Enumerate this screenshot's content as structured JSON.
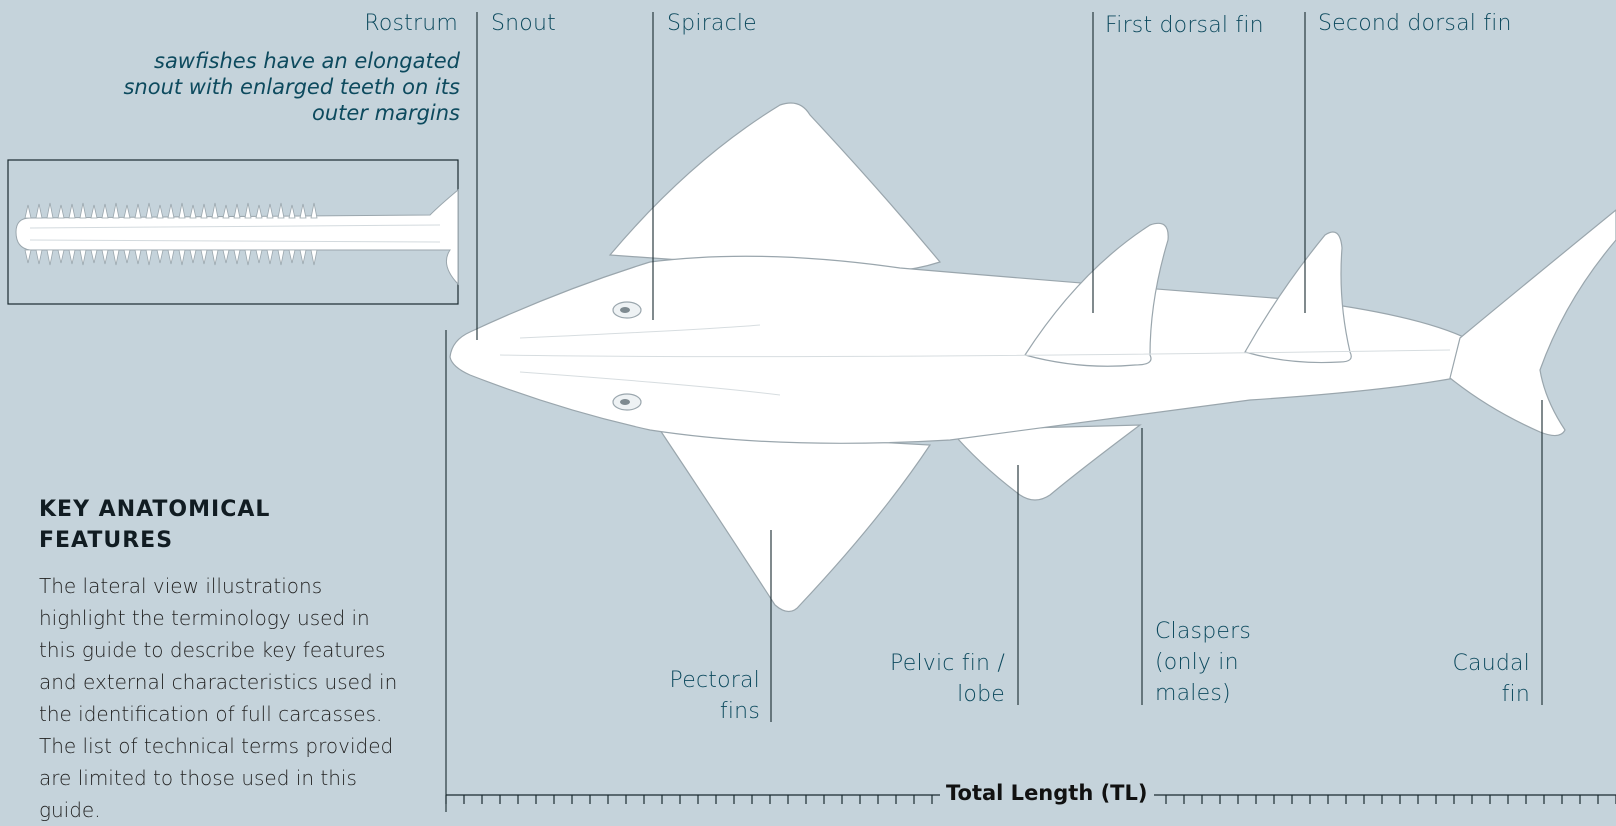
{
  "labels": {
    "rostrum": "Rostrum",
    "snout": "Snout",
    "spiracle": "Spiracle",
    "first_dorsal_fin": "First dorsal fin",
    "second_dorsal_fin": "Second dorsal fin",
    "pectoral_fins": "Pectoral fins",
    "pelvic_fin_lobe": "Pelvic fin / lobe",
    "claspers": "Claspers (only in males)",
    "caudal_fin": "Caudal fin"
  },
  "annotation": "sawfishes have an elongated snout with enlarged teeth on its outer margins",
  "key_section": {
    "title": "KEY ANATOMICAL FEATURES",
    "body": "The lateral view illustrations highlight the terminology used in this guide to describe key features and external characteristics used in the identification of full carcasses. The list of technical terms provided are limited to those used in this guide."
  },
  "scale": {
    "label": "Total Length (TL)"
  },
  "colors": {
    "background": "#c5d3db",
    "label_text": "#0d4a5e",
    "body_fill": "#ffffff",
    "outline": "#9aa6ad"
  }
}
